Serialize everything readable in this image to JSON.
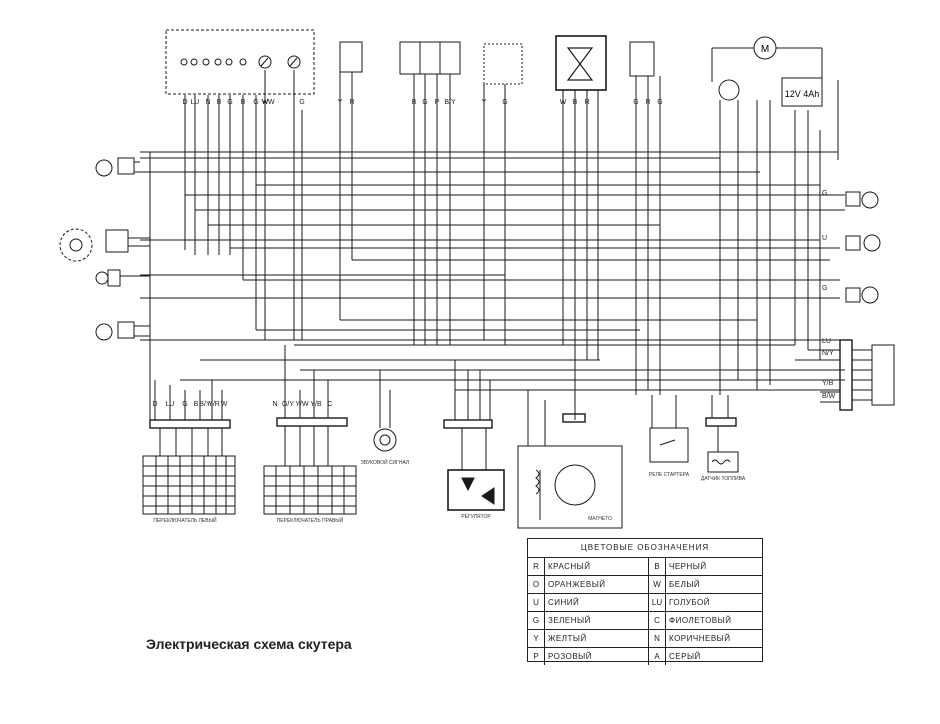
{
  "title": "Электрическая схема скутера",
  "legend": {
    "header": "ЦВЕТОВЫЕ ОБОЗНАЧЕНИЯ",
    "rows": [
      {
        "c1": "R",
        "n1": "КРАСНЫЙ",
        "c2": "B",
        "n2": "ЧЕРНЫЙ"
      },
      {
        "c1": "O",
        "n1": "ОРАНЖЕВЫЙ",
        "c2": "W",
        "n2": "БЕЛЫЙ"
      },
      {
        "c1": "U",
        "n1": "СИНИЙ",
        "c2": "LU",
        "n2": "ГОЛУБОЙ"
      },
      {
        "c1": "G",
        "n1": "ЗЕЛЕНЫЙ",
        "c2": "C",
        "n2": "ФИОЛЕТОВЫЙ"
      },
      {
        "c1": "Y",
        "n1": "ЖЕЛТЫЙ",
        "c2": "N",
        "n2": "КОРИЧНЕВЫЙ"
      },
      {
        "c1": "P",
        "n1": "РОЗОВЫЙ",
        "c2": "A",
        "n2": "СЕРЫЙ"
      }
    ]
  },
  "labels": {
    "battery": "12V 4Ah",
    "motor": "M",
    "bottom_left_switch": "ПЕРЕКЛЮЧАТЕЛЬ ЛЕВЫЙ",
    "bottom_right_switch": "ПЕРЕКЛЮЧАТЕЛЬ ПРАВЫЙ",
    "horn": "ЗВУКОВОЙ СИГНАЛ",
    "rectifier": "РЕГУЛЯТОР",
    "magneto": "МАГНЕТО",
    "starter_relay": "РЕЛЕ СТАРТЕРА",
    "fuel_sensor": "ДАТЧИК ТОПЛИВА"
  },
  "wire_codes_top": [
    "D",
    "LU",
    "N",
    "B",
    "G",
    "B",
    "G",
    "W",
    "Y/W",
    "G",
    "Y",
    "R",
    "B",
    "G",
    "P",
    "B/Y",
    "Y",
    "G",
    "W",
    "B",
    "R",
    "G",
    "R",
    "G"
  ],
  "wire_codes_bottom_left": [
    "D",
    "LU",
    "G",
    "B",
    "B/Y",
    "Y/R",
    "W"
  ],
  "wire_codes_bottom_mid": [
    "N",
    "G/Y",
    "Y/W",
    "Y/B",
    "C"
  ],
  "wire_codes_right": [
    "G",
    "U",
    "G",
    "LU",
    "N/Y",
    "Y/B",
    "B/W"
  ]
}
